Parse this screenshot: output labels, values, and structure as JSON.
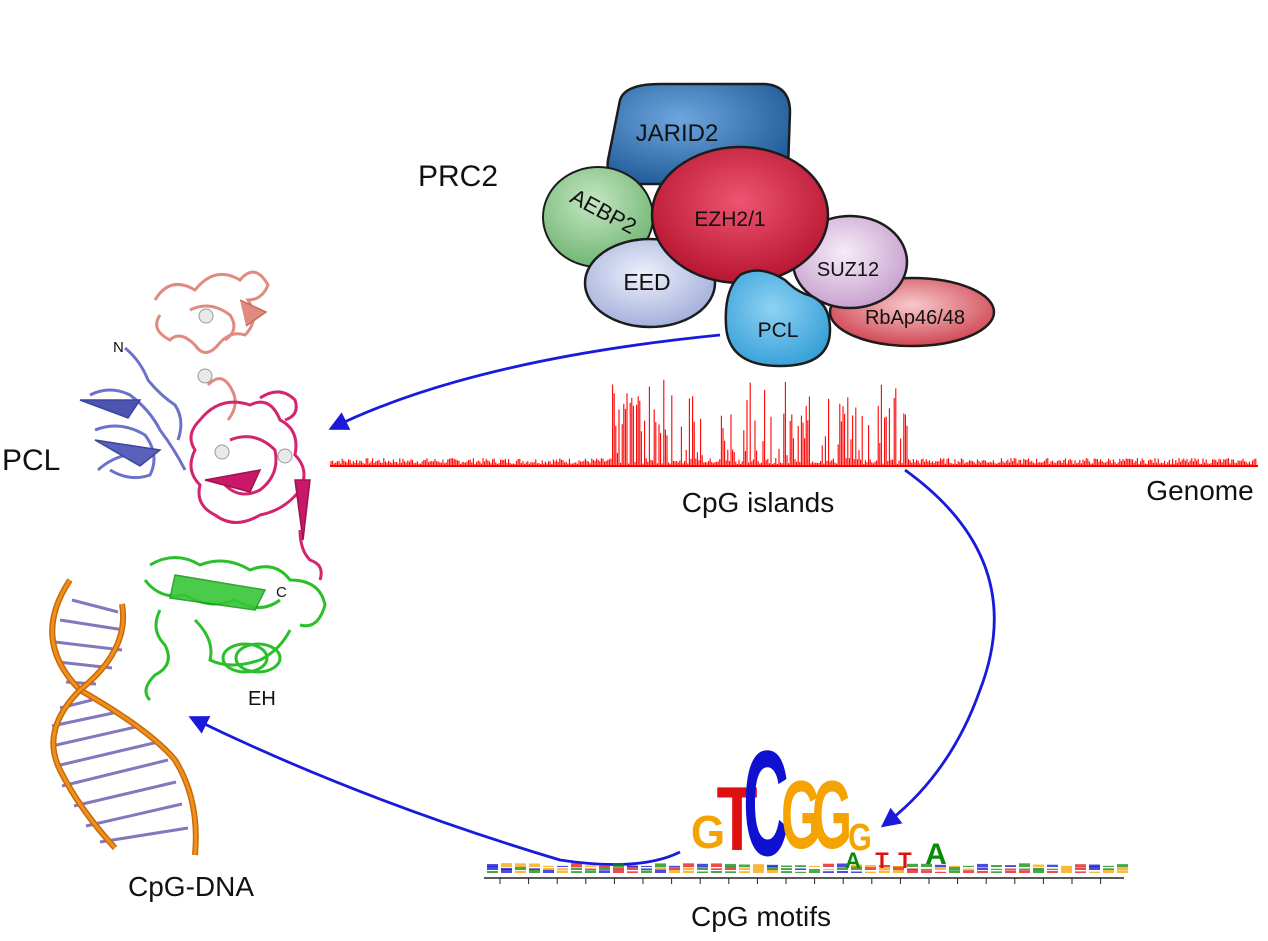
{
  "labels": {
    "prc2": "PRC2",
    "pcl_structure": "PCL",
    "cpg_islands": "CpG islands",
    "genome": "Genome",
    "cpg_motifs": "CpG motifs",
    "cpg_dna": "CpG-DNA",
    "n_terminus": "N",
    "c_terminus": "C",
    "eh": "EH"
  },
  "complex_subunits": [
    {
      "name": "JARID2",
      "color": "#2f72b8"
    },
    {
      "name": "AEBP2",
      "color": "#7cc17f"
    },
    {
      "name": "EZH2/1",
      "color": "#d81e3c"
    },
    {
      "name": "EED",
      "color": "#b7c1e6"
    },
    {
      "name": "SUZ12",
      "color": "#d6b5db"
    },
    {
      "name": "PCL",
      "color": "#4fb4e6"
    },
    {
      "name": "RbAp46/48",
      "color": "#d94452"
    }
  ],
  "motif_letters": {
    "main": [
      "G",
      "T",
      "C",
      "G",
      "G",
      "G"
    ],
    "secondary": [
      "A",
      "T",
      "T",
      "A"
    ]
  },
  "colors": {
    "arrow": "#1a1adb",
    "genome_track": "#ff0000",
    "dna_backbone": "#e07b10",
    "motif_A": "#0a8a0a",
    "motif_C": "#1010d0",
    "motif_G": "#f5a300",
    "motif_T": "#e01010"
  }
}
